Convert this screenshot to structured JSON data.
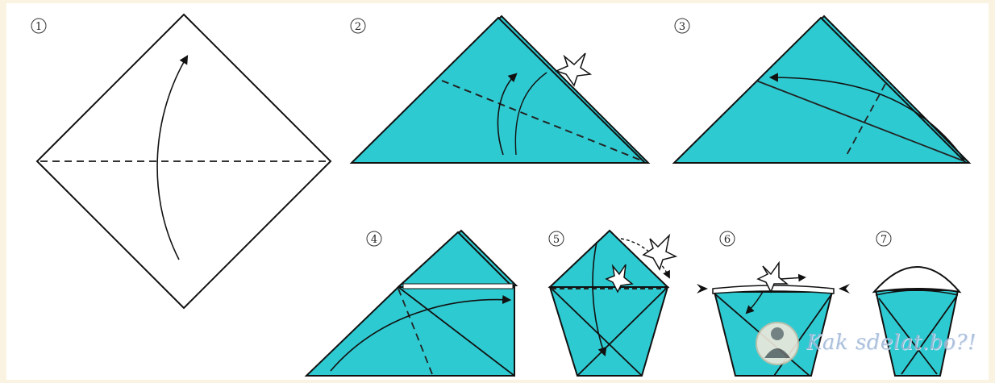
{
  "colors": {
    "paper_fill": "#2ecad1",
    "outline": "#111111",
    "background": "#fbf3e2"
  },
  "steps": [
    {
      "label": "1"
    },
    {
      "label": "2"
    },
    {
      "label": "3"
    },
    {
      "label": "4"
    },
    {
      "label": "5"
    },
    {
      "label": "6"
    },
    {
      "label": "7"
    }
  ],
  "watermark": {
    "text": "Kak sdelat.bo?!",
    "icon": "person-logo-icon"
  }
}
